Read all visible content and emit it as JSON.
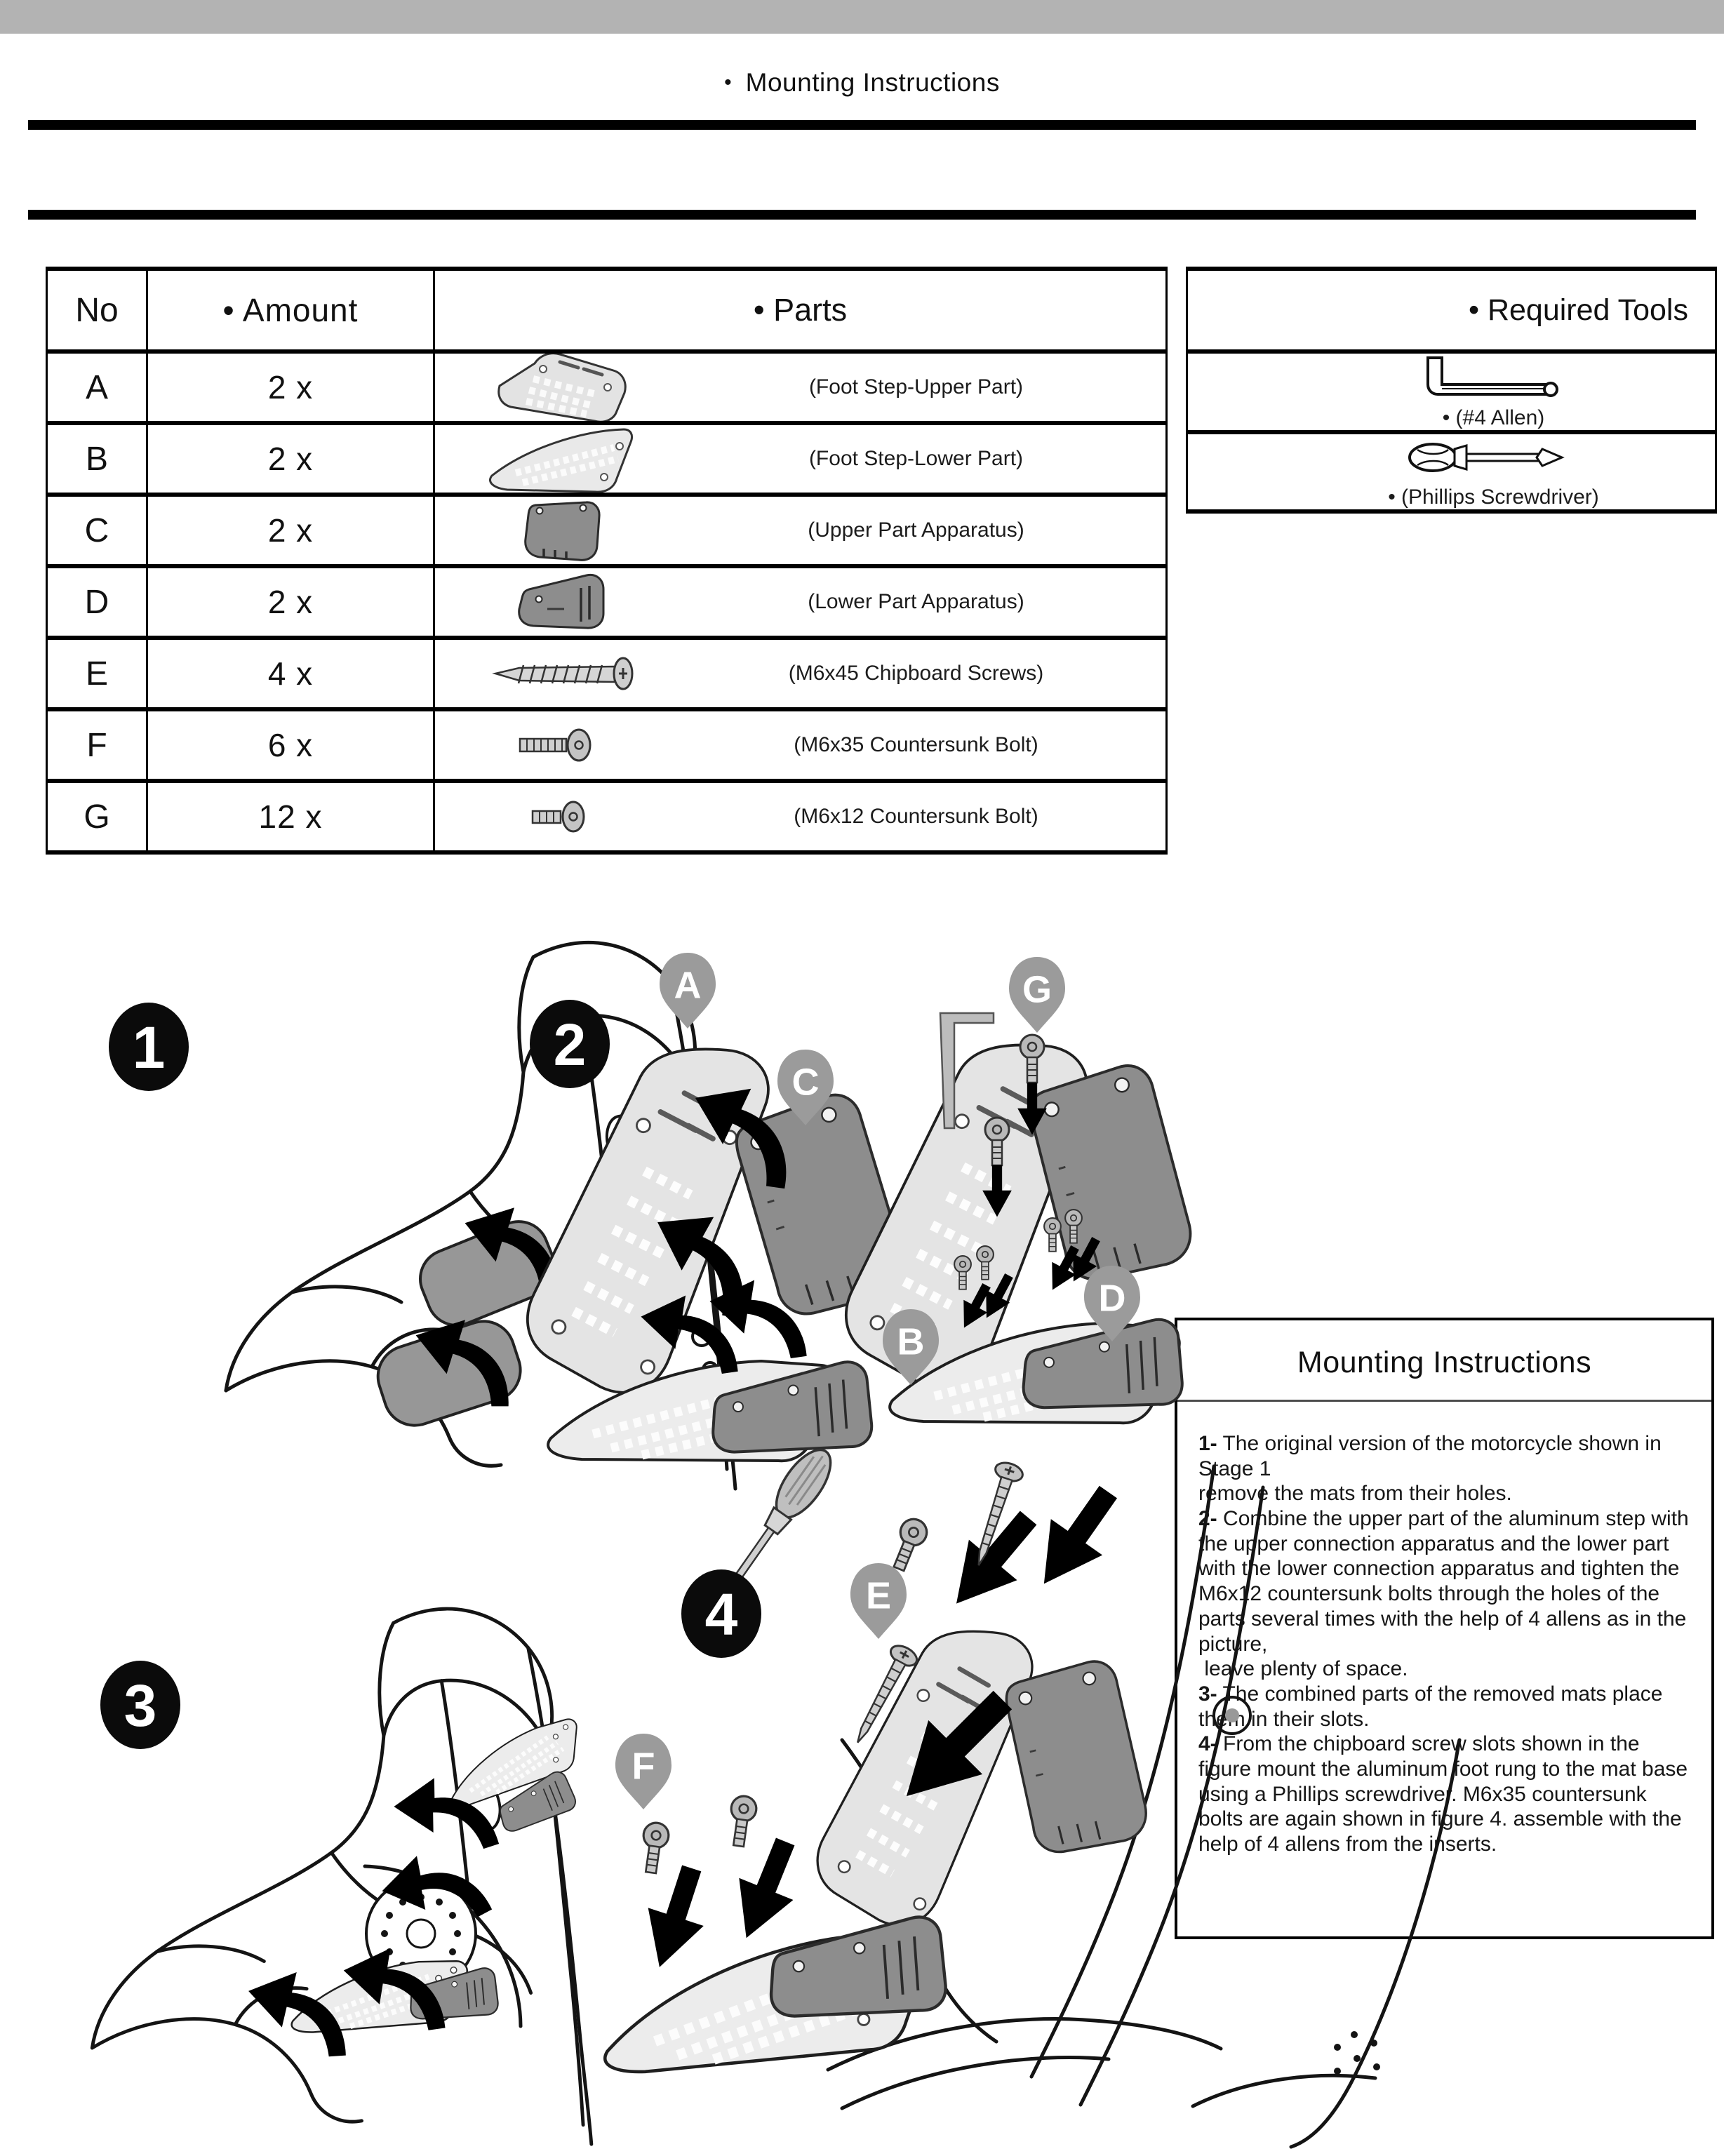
{
  "header": {
    "bullet": "•",
    "title": "Mounting Instructions"
  },
  "parts_table": {
    "col_no": "No",
    "col_amount": "• Amount",
    "col_parts": "• Parts",
    "rows": [
      {
        "no": "A",
        "amount": "2 x",
        "name": "(Foot Step-Upper Part)",
        "icon": "foot-step-upper-icon"
      },
      {
        "no": "B",
        "amount": "2 x",
        "name": "(Foot Step-Lower Part)",
        "icon": "foot-step-lower-icon"
      },
      {
        "no": "C",
        "amount": "2 x",
        "name": "(Upper Part Apparatus)",
        "icon": "upper-apparatus-icon"
      },
      {
        "no": "D",
        "amount": "2 x",
        "name": "(Lower Part Apparatus)",
        "icon": "lower-apparatus-icon"
      },
      {
        "no": "E",
        "amount": "4 x",
        "name": "(M6x45 Chipboard Screws)",
        "icon": "chipboard-screw-icon"
      },
      {
        "no": "F",
        "amount": "6 x",
        "name": "(M6x35 Countersunk Bolt)",
        "icon": "countersunk-bolt-long-icon"
      },
      {
        "no": "G",
        "amount": "12 x",
        "name": "(M6x12 Countersunk Bolt)",
        "icon": "countersunk-bolt-short-icon"
      }
    ]
  },
  "tools_table": {
    "header": "• Required Tools",
    "rows": [
      {
        "name": "•  (#4 Allen)",
        "icon": "allen-key-icon"
      },
      {
        "name": "•  (Phillips Screwdriver)",
        "icon": "phillips-screwdriver-icon"
      }
    ]
  },
  "instructions": {
    "title": "Mounting Instructions",
    "steps": [
      {
        "label": "1-",
        "text": " The original version of the motorcycle shown in Stage 1\nremove the mats from their holes."
      },
      {
        "label": "2-",
        "text": " Combine the upper part of the aluminum step with the upper connection apparatus and the lower part with the lower connection apparatus and tighten the M6x12 countersunk bolts through the holes of the parts several times with the help of 4 allens as in the picture,\n leave plenty of space."
      },
      {
        "label": "3-",
        "text": " The combined parts of the removed mats place them in their slots."
      },
      {
        "label": "4-",
        "text": " From the chipboard screw slots shown in the figure mount the aluminum foot rung to the mat base using a Phillips screwdriver. M6x35 countersunk bolts are again shown in figure 4. assemble with the help of 4 allens from the inserts."
      }
    ]
  },
  "figures": {
    "badges": [
      {
        "number": "1"
      },
      {
        "number": "2"
      },
      {
        "number": "3"
      },
      {
        "number": "4"
      }
    ],
    "pins": {
      "a": "A",
      "b": "B",
      "c": "C",
      "d": "D",
      "e": "E",
      "f": "F",
      "g": "G"
    }
  },
  "colors": {
    "top_bar": "#b3b3b3",
    "rule": "#000000",
    "pin_gray": "#9b9b9b",
    "plate_light": "#e4e4e4",
    "apparatus_gray": "#8d8d8d"
  }
}
